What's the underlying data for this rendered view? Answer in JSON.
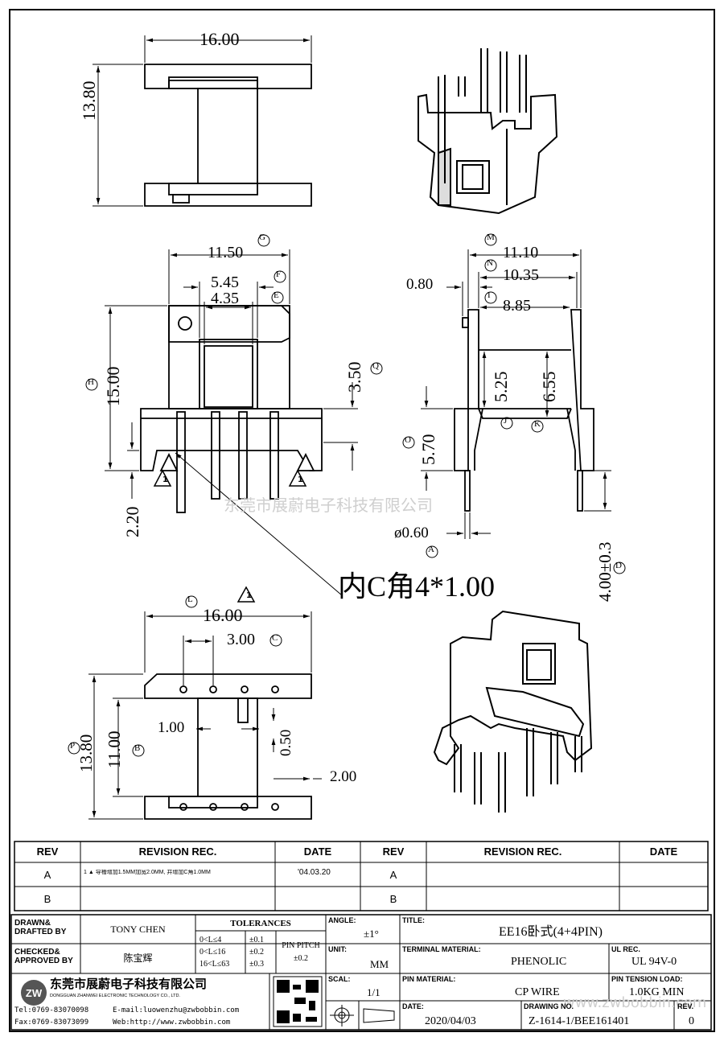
{
  "dimensions": {
    "top_width": "16.00",
    "top_height": "13.80",
    "front_width": "11.50",
    "front_width_mark": "G",
    "front_slot_outer": "5.45",
    "front_slot_outer_mark": "F",
    "front_slot_inner": "4.35",
    "front_slot_inner_mark": "E",
    "front_height": "15.00",
    "front_height_mark": "H",
    "front_flange": "3.50",
    "front_flange_mark": "Q",
    "front_pin_len": "2.20",
    "side_width": "11.10",
    "side_width_mark": "M",
    "side_inner": "10.35",
    "side_inner_mark": "N",
    "side_offset": "0.80",
    "side_core": "8.85",
    "side_core_mark": "I",
    "side_h1": "5.25",
    "side_h1_mark": "J",
    "side_h2": "6.55",
    "side_h2_mark": "K",
    "side_base": "5.70",
    "side_base_mark": "O",
    "pin_dia": "ø0.60",
    "pin_dia_mark": "A",
    "pin_len": "4.00±0.3",
    "pin_len_mark": "D",
    "bottom_width": "16.00",
    "bottom_width_mark": "L",
    "pin_pitch": "3.00",
    "pin_pitch_mark": "C",
    "bottom_height": "13.80",
    "bottom_height_mark": "P",
    "bottom_inner": "11.00",
    "bottom_inner_mark": "B",
    "bottom_slot": "1.00",
    "bottom_gap": "0.50",
    "bottom_flange": "2.00",
    "chamfer_note": "内C角4*1.00",
    "flag_mark": "1"
  },
  "watermark": {
    "company": "东莞市展蔚电子科技有限公司",
    "url": "www.zwbobbin.com"
  },
  "revision_table": {
    "headers": [
      "REV",
      "REVISION REC.",
      "DATE",
      "REV",
      "REVISION REC.",
      "DATE"
    ],
    "rows": [
      {
        "rev_left": "A",
        "rec_left": "1 ▲ 导槽增加1.5MM加宽2.0MM, 并增加C角1.0MM",
        "date_left": "'04.03.20",
        "rev_right": "A",
        "rec_right": "",
        "date_right": ""
      },
      {
        "rev_left": "B",
        "rec_left": "",
        "date_left": "",
        "rev_right": "B",
        "rec_right": "",
        "date_right": ""
      }
    ]
  },
  "title_block": {
    "drawn_label": "DRAWN&\nDRAFTED BY",
    "drawn_value": "TONY CHEN",
    "checked_label": "CHECKED&\nAPPROVED BY",
    "checked_value": "陈宝辉",
    "tolerances_label": "TOLERANCES",
    "tol_rows": [
      {
        "range": "0<L≤4",
        "value": "±0.1"
      },
      {
        "range": "0<L≤16",
        "value": "±0.2"
      },
      {
        "range": "16<L≤63",
        "value": "±0.3"
      }
    ],
    "pin_pitch_label": "PIN PITCH",
    "pin_pitch_value": "±0.2",
    "angle_label": "ANGLE:",
    "angle_value": "±1°",
    "unit_label": "UNIT:",
    "unit_value": "MM",
    "scale_label": "SCAL:",
    "scale_value": "1/1",
    "title_label": "TITLE:",
    "title_value": "EE16卧式(4+4PIN)",
    "terminal_label": "TERMINAL MATERIAL:",
    "terminal_value": "PHENOLIC",
    "ul_label": "UL REC.",
    "ul_value": "UL 94V-0",
    "pin_material_label": "PIN MATERIAL:",
    "pin_material_value": "CP WIRE",
    "tension_label": "PIN TENSION LOAD:",
    "tension_value": "1.0KG MIN",
    "date_label": "DATE:",
    "date_value": "2020/04/03",
    "drawing_label": "DRAWING NO.",
    "drawing_value": "Z-1614-1/BEE161401",
    "rev_label": "REV.",
    "rev_value": "0",
    "company_cn": "东莞市展蔚电子科技有限公司",
    "company_en": "DONGGUAN ZHANWEI ELECTRONIC TECHNOLOGY CO., LTD.",
    "tel": "Tel:0769-83070098",
    "email": "E-mail:luowenzhu@zwbobbin.com",
    "fax": "Fax:0769-83073099",
    "web": "Web:http://www.zwbobbin.com"
  }
}
